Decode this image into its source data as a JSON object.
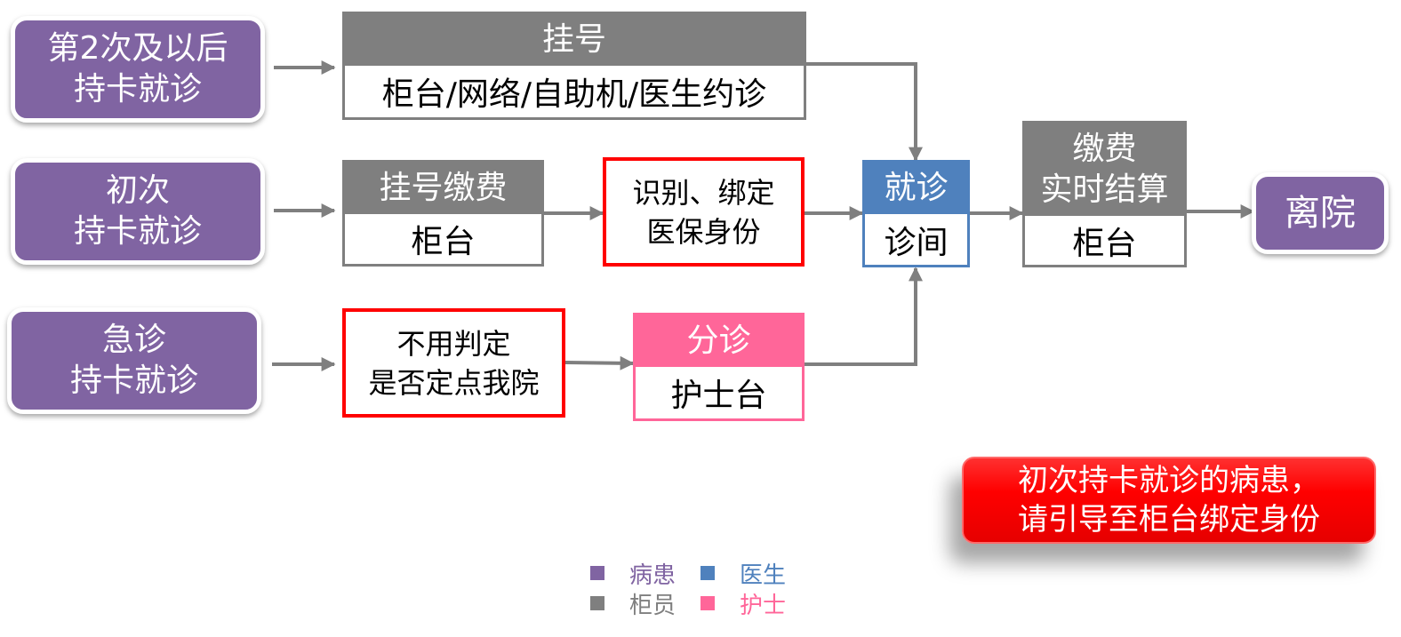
{
  "colors": {
    "patient": "#8064a2",
    "clerk": "#7f7f7f",
    "doctor": "#4f81bd",
    "nurse": "#ff6699",
    "highlight": "#ff0000",
    "connector": "#7f7f7f"
  },
  "entries": {
    "repeat": {
      "line1": "第2次及以后",
      "line2": "持卡就诊"
    },
    "first": {
      "line1": "初次",
      "line2": "持卡就诊"
    },
    "emergency": {
      "line1": "急诊",
      "line2": "持卡就诊"
    }
  },
  "steps": {
    "registration": {
      "head": "挂号",
      "body": "柜台/网络/自助机/医生约诊"
    },
    "reg_payment": {
      "head": "挂号缴费",
      "body": "柜台"
    },
    "identify": {
      "line1": "识别、绑定",
      "line2": "医保身份"
    },
    "no_check": {
      "line1": "不用判定",
      "line2": "是否定点我院"
    },
    "triage": {
      "head": "分诊",
      "body": "护士台"
    },
    "consult": {
      "head": "就诊",
      "body": "诊间"
    },
    "settlement": {
      "head_line1": "缴费",
      "head_line2": "实时结算",
      "body": "柜台"
    },
    "discharge": {
      "label": "离院"
    }
  },
  "notice": {
    "line1": "初次持卡就诊的病患，",
    "line2": "请引导至柜台绑定身份"
  },
  "legend": [
    {
      "label": "病患",
      "role": "patient",
      "color": "#8064a2"
    },
    {
      "label": "医生",
      "role": "doctor",
      "color": "#4f81bd"
    },
    {
      "label": "柜员",
      "role": "clerk",
      "color": "#7f7f7f"
    },
    {
      "label": "护士",
      "role": "nurse",
      "color": "#ff6699"
    }
  ]
}
